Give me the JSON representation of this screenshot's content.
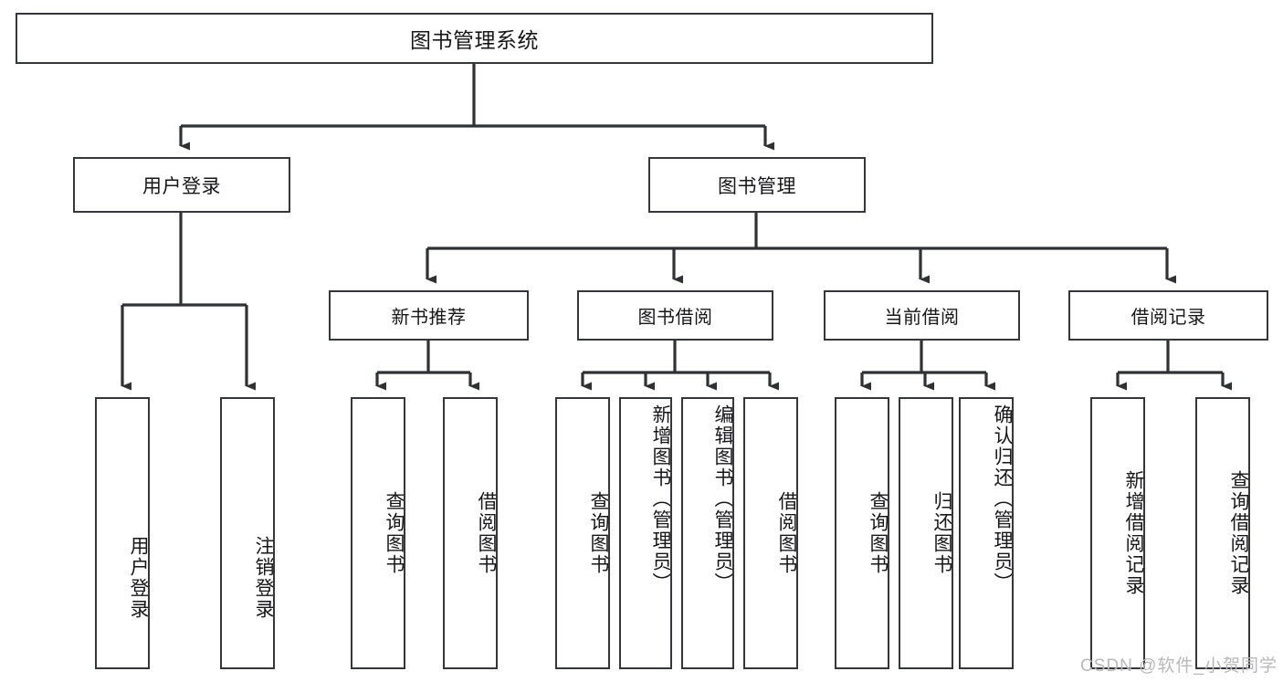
{
  "diagram": {
    "title": "图书管理系统",
    "type": "hierarchy-tree",
    "colors": {
      "border": "#35373b",
      "fill": "#ffffff",
      "text": "#17171a",
      "connector": "#2f3134",
      "watermark": "#b8b8b8"
    },
    "root": {
      "label": "图书管理系统"
    },
    "level2": [
      {
        "label": "用户登录"
      },
      {
        "label": "图书管理"
      }
    ],
    "level3": [
      {
        "label": "新书推荐"
      },
      {
        "label": "图书借阅"
      },
      {
        "label": "当前借阅"
      },
      {
        "label": "借阅记录"
      }
    ],
    "leaves": {
      "user_login": [
        {
          "label": "用户登录"
        },
        {
          "label": "注销登录"
        }
      ],
      "new_book_recommend": [
        {
          "label": "查询图书"
        },
        {
          "label": "借阅图书"
        }
      ],
      "book_borrow": [
        {
          "label": "查询图书"
        },
        {
          "label": "新增图书（管理员）"
        },
        {
          "label": "编辑图书（管理员）"
        },
        {
          "label": "借阅图书"
        }
      ],
      "current_borrow": [
        {
          "label": "查询图书"
        },
        {
          "label": "归还图书"
        },
        {
          "label": "确认归还（管理员）"
        }
      ],
      "borrow_record": [
        {
          "label": "新增借阅记录"
        },
        {
          "label": "查询借阅记录"
        }
      ]
    },
    "watermark": "CSDN @软件_小贺同学"
  }
}
